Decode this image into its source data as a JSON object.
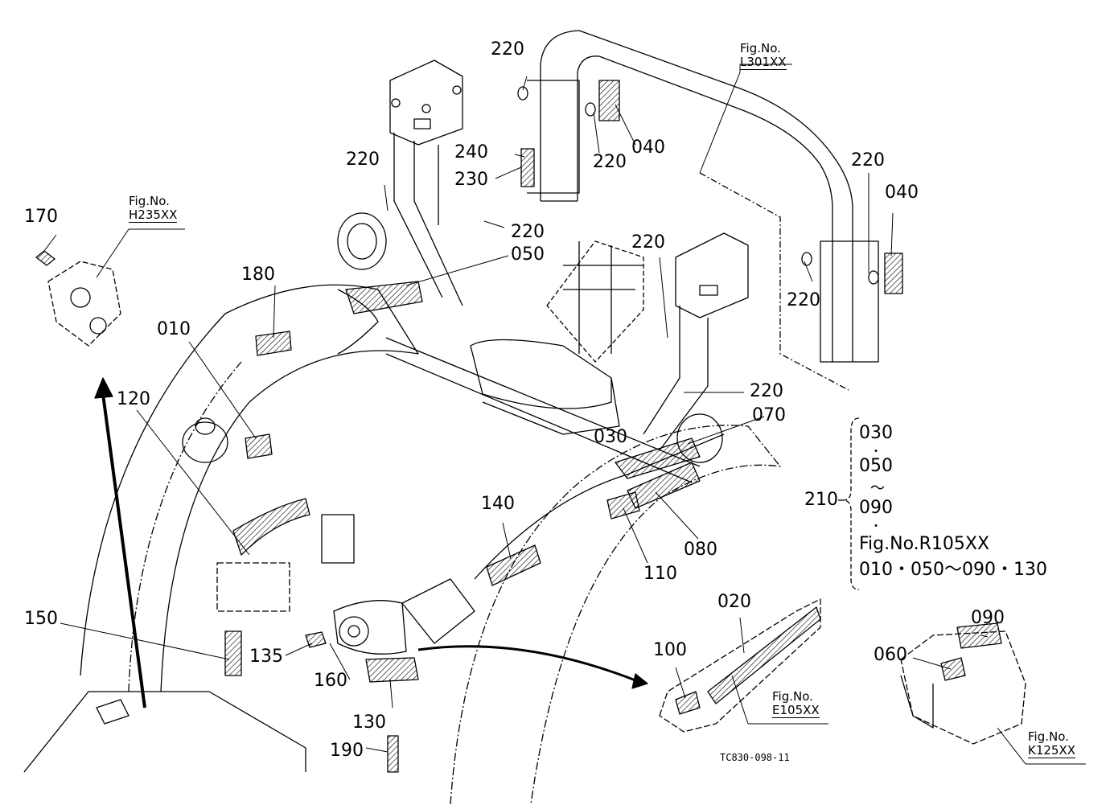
{
  "diagram": {
    "part_labels": [
      "220",
      "220",
      "240",
      "230",
      "220",
      "040",
      "220",
      "040",
      "220",
      "220",
      "050",
      "180",
      "010",
      "170",
      "120",
      "220",
      "220",
      "030",
      "070",
      "140",
      "110",
      "080",
      "150",
      "135",
      "160",
      "130",
      "190",
      "100",
      "020",
      "060",
      "090"
    ],
    "fig_refs": [
      {
        "label": "Fig.No.",
        "number": "L301XX"
      },
      {
        "label": "Fig.No.",
        "number": "H235XX"
      },
      {
        "label": "Fig.No.",
        "number": "E105XX"
      },
      {
        "label": "Fig.No.",
        "number": "K125XX"
      }
    ],
    "group": {
      "number": "210",
      "lines": [
        "030",
        "・",
        "050",
        "～",
        "090",
        "・",
        "Fig.No.R105XX",
        "010・050～090・130"
      ]
    },
    "drawing_code": "TC830-098-11"
  }
}
